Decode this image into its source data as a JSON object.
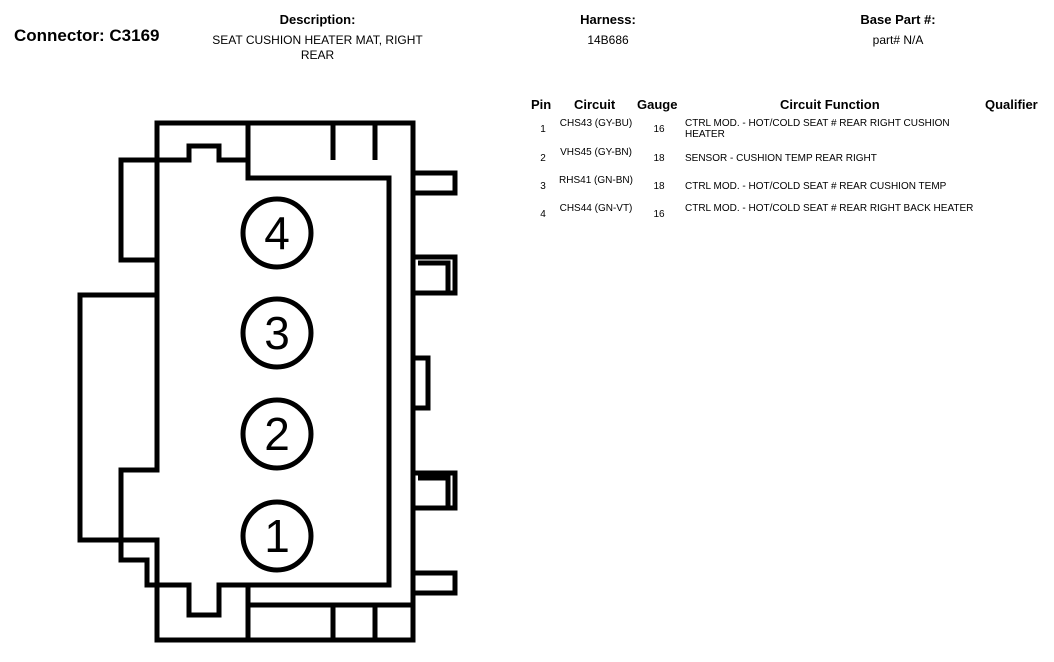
{
  "connector": {
    "label": "Connector: C3169"
  },
  "description": {
    "label": "Description:",
    "value": "SEAT CUSHION HEATER MAT, RIGHT REAR"
  },
  "harness": {
    "label": "Harness:",
    "value": "14B686"
  },
  "base_part": {
    "label": "Base Part #:",
    "value": "part# N/A"
  },
  "table": {
    "headers": {
      "pin": "Pin",
      "circuit": "Circuit",
      "gauge": "Gauge",
      "function": "Circuit Function",
      "qualifier": "Qualifier"
    },
    "rows": [
      {
        "pin": "1",
        "circuit": "CHS43 (GY-BU)",
        "gauge": "16",
        "function": "CTRL MOD. - HOT/COLD SEAT # REAR RIGHT CUSHION HEATER"
      },
      {
        "pin": "2",
        "circuit": "VHS45 (GY-BN)",
        "gauge": "18",
        "function": "SENSOR - CUSHION TEMP REAR RIGHT"
      },
      {
        "pin": "3",
        "circuit": "RHS41 (GN-BN)",
        "gauge": "18",
        "function": "CTRL MOD. - HOT/COLD SEAT # REAR CUSHION TEMP"
      },
      {
        "pin": "4",
        "circuit": "CHS44 (GN-VT)",
        "gauge": "16",
        "function": "CTRL MOD. - HOT/COLD SEAT # REAR RIGHT BACK HEATER"
      }
    ]
  },
  "diagram": {
    "pin_labels": [
      "4",
      "3",
      "2",
      "1"
    ]
  }
}
